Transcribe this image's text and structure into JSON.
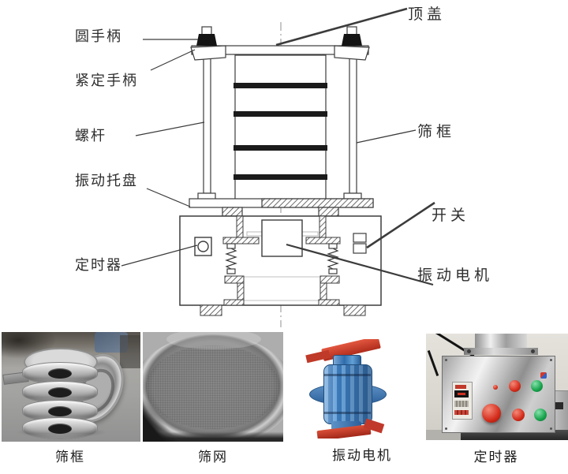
{
  "diagram": {
    "labels": {
      "round_handle": "圆手柄",
      "tightening_handle": "紧定手柄",
      "screw_rod": "螺杆",
      "vibration_tray": "振动托盘",
      "timer": "定时器",
      "top_cover": "顶盖",
      "sieve_frame": "筛框",
      "switch": "开关",
      "vibration_motor": "振动电机"
    },
    "colors": {
      "line": "#3c3c3c",
      "sieve_band": "#1b1b1b",
      "centerline": "#8f8f8f",
      "label_text": "#2e2e2e"
    }
  },
  "photos": [
    {
      "name": "sieve-frames",
      "caption": "筛框"
    },
    {
      "name": "sieve-mesh",
      "caption": "筛网"
    },
    {
      "name": "vibration-motor",
      "caption": "振动电机"
    },
    {
      "name": "timer-control-box",
      "caption": "定时器"
    }
  ]
}
